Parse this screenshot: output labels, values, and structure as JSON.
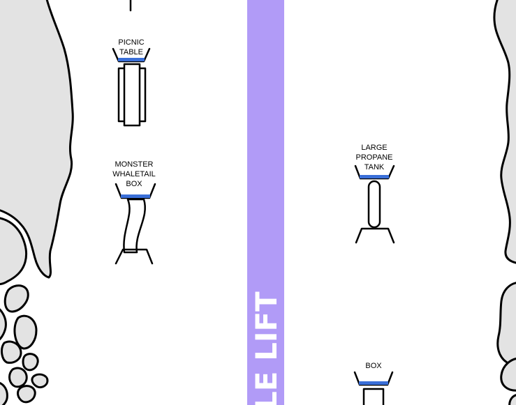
{
  "map": {
    "lift": {
      "label": "LE LIFT",
      "color": "#b19bf7"
    },
    "features": [
      {
        "id": "picnic-table",
        "label_lines": [
          "PICNIC",
          "TABLE"
        ]
      },
      {
        "id": "monster-whaletail-box",
        "label_lines": [
          "MONSTER",
          "WHALETAIL",
          "BOX"
        ]
      },
      {
        "id": "large-propane-tank",
        "label_lines": [
          "LARGE",
          "PROPANE",
          "TANK"
        ]
      },
      {
        "id": "box",
        "label_lines": [
          "BOX"
        ]
      }
    ],
    "colors": {
      "terrain": "#e3e3e3",
      "takeoff_bar": "#3a6fd8",
      "outline": "#000000",
      "background": "#ffffff"
    }
  }
}
